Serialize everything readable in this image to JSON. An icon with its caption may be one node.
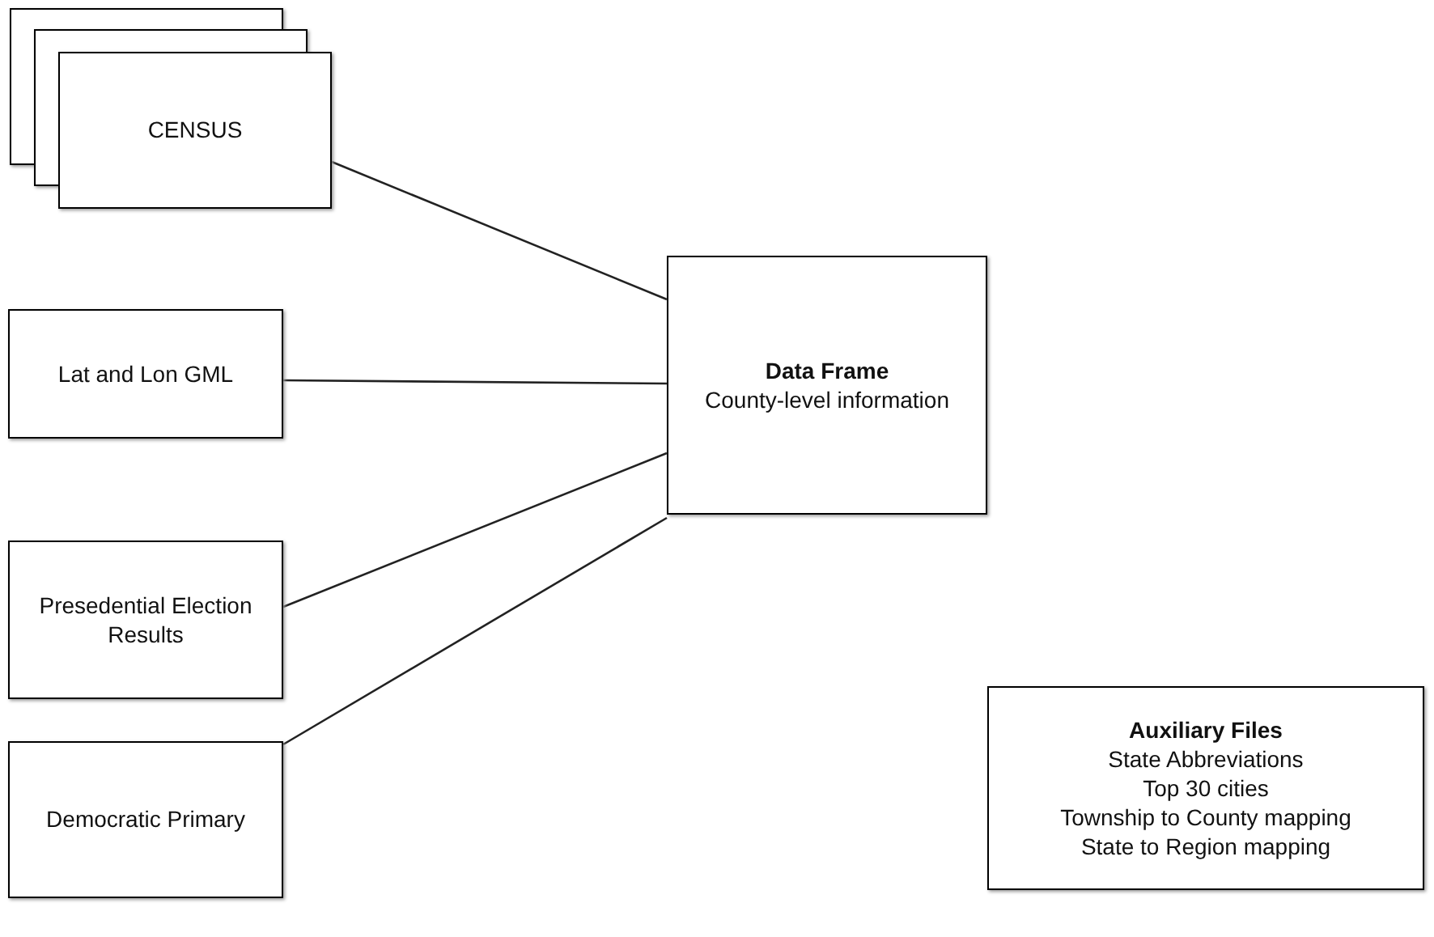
{
  "diagram": {
    "nodes": [
      {
        "text": [
          "CENSUS"
        ]
      },
      {
        "text": [
          "Lat and Lon GML"
        ]
      },
      {
        "text": [
          "Presedential Election Results"
        ]
      },
      {
        "text": [
          "Democratic Primary"
        ]
      },
      {
        "text": [
          "Data Frame",
          "County-level information"
        ]
      },
      {
        "text": [
          "Auxiliary Files",
          "State Abbreviations",
          "Top 30 cities",
          "Township to County mapping",
          "State to Region mapping"
        ]
      }
    ],
    "edges": [
      {
        "from": 0,
        "to": 4,
        "arrow": "none"
      },
      {
        "from": 1,
        "to": 4,
        "arrow": "none"
      },
      {
        "from": 2,
        "to": 4,
        "arrow": "none"
      },
      {
        "from": 3,
        "to": 4,
        "arrow": "none"
      }
    ]
  }
}
